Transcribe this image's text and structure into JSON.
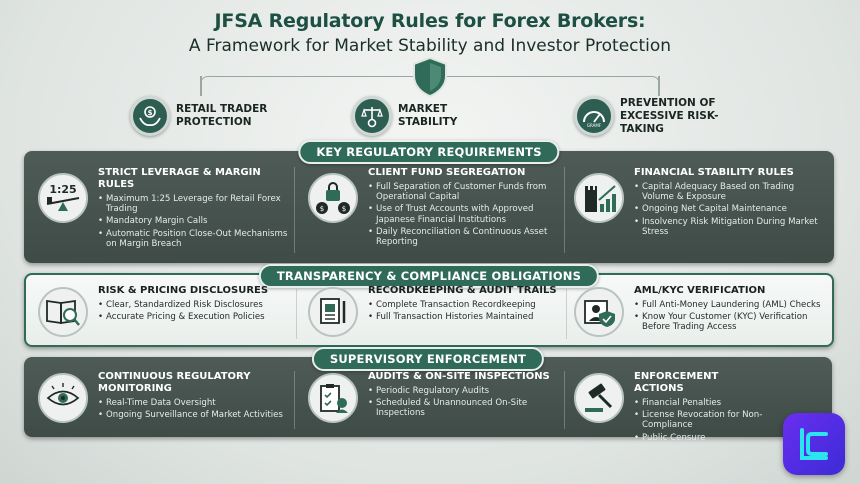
{
  "title": {
    "line1": "JFSA Regulatory Rules for Forex Brokers:",
    "line2": "A Framework for Market Stability and Investor Protection"
  },
  "pillars": [
    {
      "label": "Retail Trader Protection",
      "icon": "hands-money-icon"
    },
    {
      "label": "Market Stability",
      "icon": "scales-gear-icon"
    },
    {
      "label": "Prevention of Excessive Risk-Taking",
      "icon": "gauge-icon"
    }
  ],
  "section1": {
    "header": "KEY REGULATORY REQUIREMENTS",
    "columns": [
      {
        "heading": "STRICT LEVERAGE & MARGIN RULES",
        "icon_text": "1:25",
        "items": [
          "Maximum 1:25 Leverage for Retail Forex Trading",
          "Mandatory Margin Calls",
          "Automatic Position Close-Out Mechanisms on Margin Breach"
        ]
      },
      {
        "heading": "CLIENT FUND SEGREGATION",
        "items": [
          "Full Separation of Customer Funds from Operational Capital",
          "Use of Trust Accounts with Approved Japanese Financial Institutions",
          "Daily Reconciliation & Continuous Asset Reporting"
        ]
      },
      {
        "heading": "FINANCIAL STABILITY RULES",
        "items": [
          "Capital Adequacy Based on Trading Volume & Exposure",
          "Ongoing Net Capital Maintenance",
          "Insolvency Risk Mitigation During Market Stress"
        ]
      }
    ]
  },
  "section2": {
    "header": "TRANSPARENCY & COMPLIANCE OBLIGATIONS",
    "columns": [
      {
        "heading": "RISK & PRICING DISCLOSURES",
        "items": [
          "Clear, Standardized Risk Disclosures",
          "Accurate Pricing & Execution Policies"
        ]
      },
      {
        "heading": "RECORDKEEPING & AUDIT TRAILS",
        "items": [
          "Complete Transaction Recordkeeping",
          "Full Transaction Histories Maintained"
        ]
      },
      {
        "heading": "AML/KYC VERIFICATION",
        "items": [
          "Full Anti-Money Laundering (AML) Checks",
          "Know Your Customer (KYC) Verification Before Trading Access"
        ]
      }
    ]
  },
  "section3": {
    "header": "SUPERVISORY ENFORCEMENT",
    "columns": [
      {
        "heading": "CONTINUOUS REGULATORY MONITORING",
        "items": [
          "Real-Time Data Oversight",
          "Ongoing Surveillance of Market Activities"
        ]
      },
      {
        "heading": "AUDITS & ON-SITE INSPECTIONS",
        "items": [
          "Periodic Regulatory Audits",
          "Scheduled & Unannounced On-Site Inspections"
        ]
      },
      {
        "heading": "ENFORCEMENT ACTIONS",
        "items": [
          "Financial Penalties",
          "License Revocation for Non-Compliance",
          "Public Censure"
        ]
      }
    ]
  },
  "gauge_text": "GRAMF",
  "colors": {
    "brand_green": "#2f6b58",
    "panel_dark": "#47534f",
    "logo_purple": "#5a2ee8"
  }
}
